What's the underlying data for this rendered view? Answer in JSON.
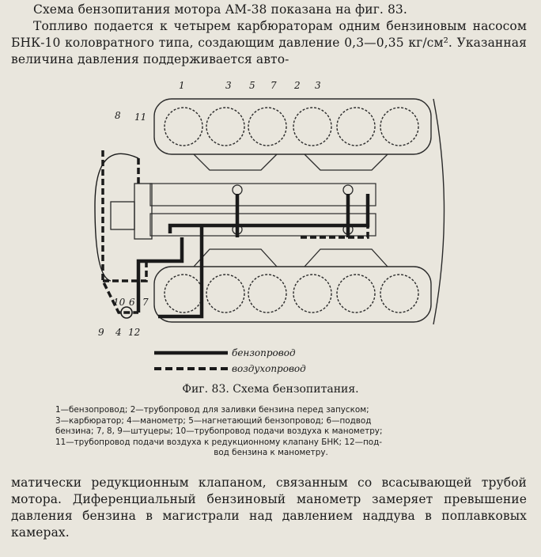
{
  "top_text": {
    "line1": "Схема бензопитания мотора АМ-38 показана на фиг. 83.",
    "para2": "Топливо подается к четырем карбюраторам одним бензиновым насосом БНК-10 коловратного типа, создающим давление 0,3—0,35 кг/см². Указанная величина давления поддерживается авто-"
  },
  "figure": {
    "callouts_top": [
      "1",
      "3",
      "5",
      "7",
      "2",
      "3"
    ],
    "callouts_left": [
      "8",
      "11"
    ],
    "callouts_bottom": [
      "10",
      "6",
      "7",
      "9",
      "4",
      "12"
    ],
    "legend_fuel": "бензопровод",
    "legend_air": "воздухопровод"
  },
  "caption": "Фиг. 83. Схема бензопитания.",
  "legend_lines": [
    "1—бензопровод; 2—трубопровод для заливки бензина перед запуском;",
    "3—карбюратор; 4—манометр; 5—нагнетающий бензопровод; 6—подвод",
    "бензина; 7, 8, 9—штуцеры; 10—трубопровод подачи воздуха к манометру;",
    "11—трубопровод подачи воздуха к редукционному клапану БНК; 12—под-",
    "вод бензина к манометру."
  ],
  "bottom_text": "матически редукционным клапаном, связанным со всасывающей трубой мотора. Диференциальный бензиновый манометр замеряет превышение давления бензина в магистрали над давлением наддува в поплавковых камерах."
}
